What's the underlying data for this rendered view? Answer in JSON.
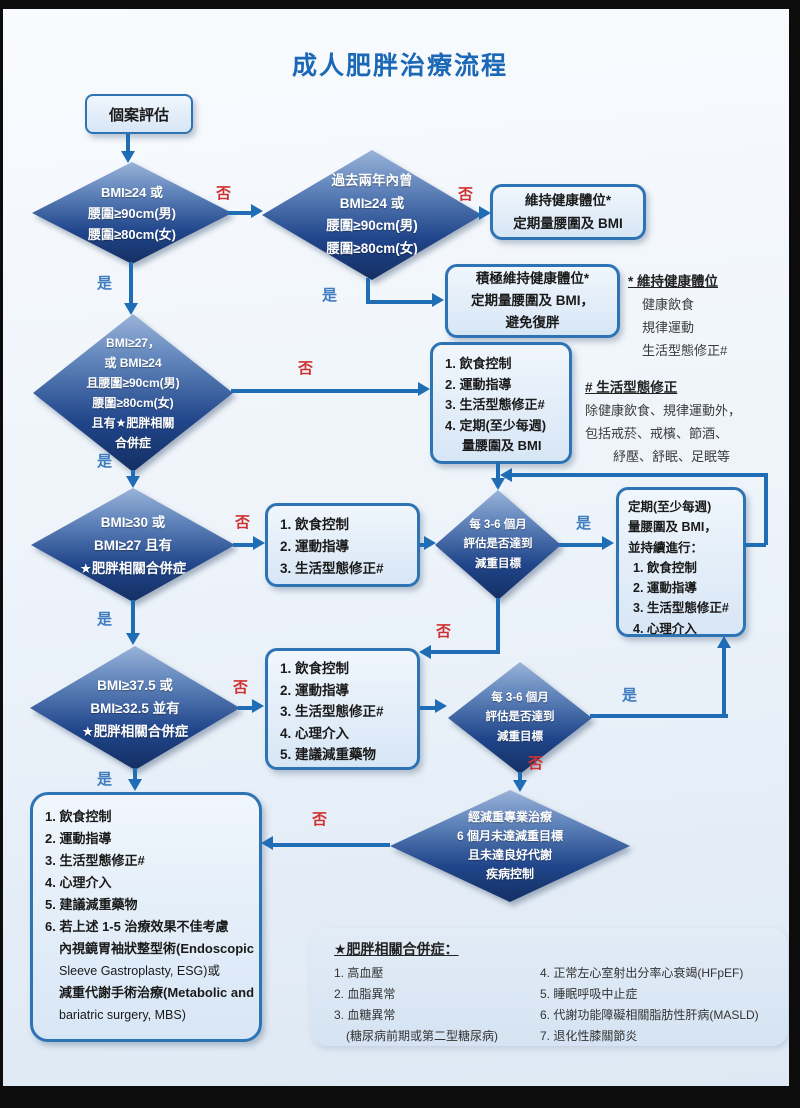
{
  "title": "成人肥胖治療流程",
  "labels": {
    "yes": "是",
    "no": "否"
  },
  "colors": {
    "title": "#1a68b6",
    "diamond_dark": "#142f63",
    "diamond_light": "#9ab3d8",
    "box_border": "#2e74b5",
    "box_fill": "#dce9f7",
    "arrow": "#1f6eb5",
    "yes_label": "#3f7cc0",
    "no_label": "#cf3230"
  },
  "nodes": {
    "case_eval": {
      "text": "個案評估"
    },
    "d1": {
      "lines": [
        "BMI≥24 或",
        "腰圍≥90cm(男)",
        "腰圍≥80cm(女)"
      ]
    },
    "d2": {
      "lines": [
        "過去兩年內曾",
        "BMI≥24 或",
        "腰圍≥90cm(男)",
        "腰圍≥80cm(女)"
      ]
    },
    "maintain": {
      "lines": [
        "維持健康體位*",
        "定期量腰圍及 BMI"
      ]
    },
    "active_maintain": {
      "lines": [
        "積極維持健康體位*",
        "定期量腰圍及 BMI，",
        "避免復胖"
      ]
    },
    "d3": {
      "lines": [
        "BMI≥27，",
        "或 BMI≥24",
        "且腰圍≥90cm(男)",
        "腰圍≥80cm(女)",
        "且有★肥胖相關",
        "合併症"
      ]
    },
    "plan4": {
      "lines": [
        "1. 飲食控制",
        "2. 運動指導",
        "3. 生活型態修正#",
        "4. 定期(至少每週)",
        "量腰圍及 BMI"
      ]
    },
    "d4": {
      "lines": [
        "BMI≥30 或",
        "BMI≥27 且有",
        "★肥胖相關合併症"
      ]
    },
    "plan3": {
      "lines": [
        "1. 飲食控制",
        "2. 運動指導",
        "3. 生活型態修正#"
      ]
    },
    "d5": {
      "lines": [
        "每 3-6 個月",
        "評估是否達到",
        "減重目標"
      ]
    },
    "continue_weekly": {
      "lines": [
        "定期(至少每週)",
        "量腰圍及 BMI，",
        "並持續進行：",
        "1. 飲食控制",
        "2. 運動指導",
        "3. 生活型態修正#",
        "4. 心理介入"
      ]
    },
    "d6": {
      "lines": [
        "BMI≥37.5 或",
        "BMI≥32.5 並有",
        "★肥胖相關合併症"
      ]
    },
    "plan5": {
      "lines": [
        "1. 飲食控制",
        "2. 運動指導",
        "3. 生活型態修正#",
        "4. 心理介入",
        "5. 建議減重藥物"
      ]
    },
    "d7": {
      "lines": [
        "每 3-6 個月",
        "評估是否達到",
        "減重目標"
      ]
    },
    "d8": {
      "lines": [
        "經減重專業治療",
        "6 個月未達減重目標",
        "且未達良好代謝",
        "疾病控制"
      ]
    },
    "final": {
      "lines": [
        "1. 飲食控制",
        "2. 運動指導",
        "3. 生活型態修正#",
        "4. 心理介入",
        "5. 建議減重藥物",
        "6. 若上述 1-5 治療效果不佳考慮",
        "內視鏡胃袖狀整型術(Endoscopic",
        "Sleeve Gastroplasty, ESG)或",
        "減重代謝手術治療(Metabolic and",
        "bariatric surgery, MBS)"
      ]
    }
  },
  "notes": {
    "maintain": {
      "title": "* 維持健康體位",
      "lines": [
        "健康飲食",
        "規律運動",
        "生活型態修正#"
      ]
    },
    "lifestyle": {
      "title": "# 生活型態修正",
      "lines": [
        "除健康飲食、規律運動外，",
        "包括戒菸、戒檳、節酒、",
        "紓壓、舒眠、足眠等"
      ]
    }
  },
  "comorbidity": {
    "title": "★肥胖相關合併症：",
    "col1": [
      "1. 高血壓",
      "2. 血脂異常",
      "3. 血糖異常",
      "(糖尿病前期或第二型糖尿病)"
    ],
    "col2": [
      "4. 正常左心室射出分率心衰竭(HFpEF)",
      "5. 睡眠呼吸中止症",
      "6. 代謝功能障礙相關脂肪性肝病(MASLD)",
      "7. 退化性膝關節炎"
    ]
  }
}
